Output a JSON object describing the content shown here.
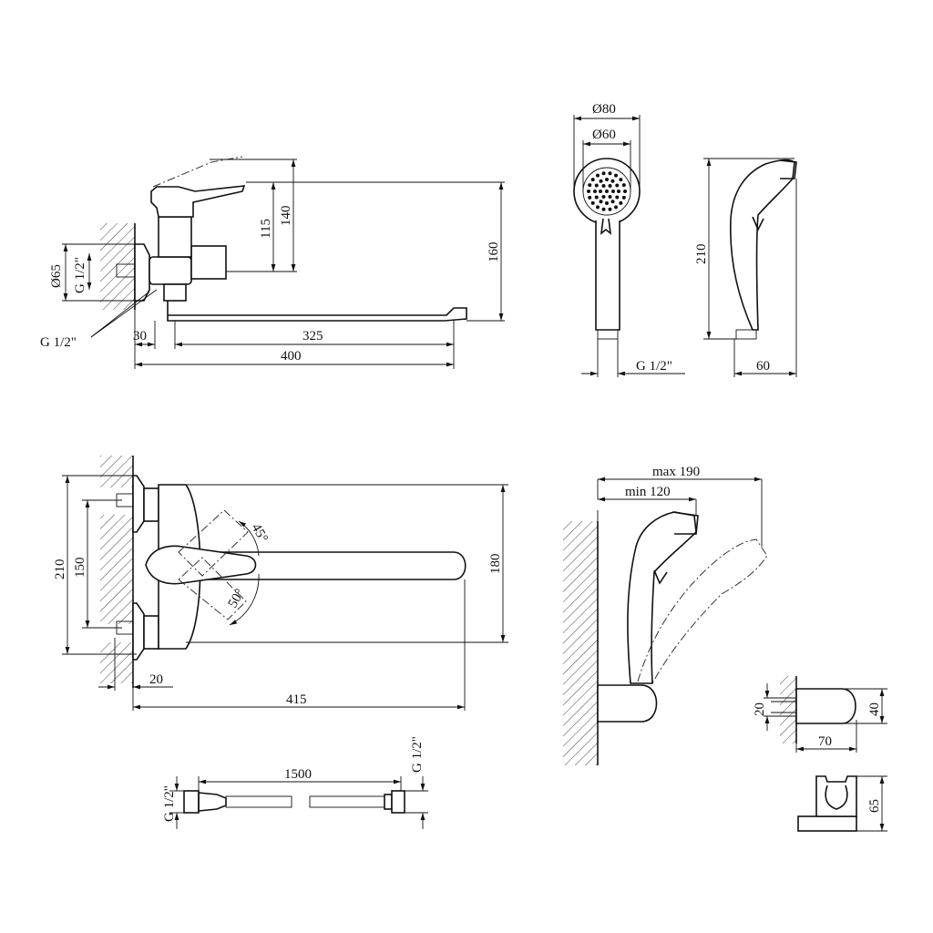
{
  "views": {
    "mixer_side": {
      "dia_65": "Ø65",
      "thread_top": "G 1/2\"",
      "thread_bottom": "G 1/2\"",
      "dim_115": "115",
      "dim_140": "140",
      "dim_160": "160",
      "dim_30": "30",
      "dim_325": "325",
      "dim_400": "400"
    },
    "shower_head_front": {
      "dia_80": "Ø80",
      "dia_60": "Ø60",
      "thread": "G 1/2\""
    },
    "shower_head_side": {
      "dim_210": "210",
      "dim_60": "60"
    },
    "mixer_top": {
      "dim_210": "210",
      "dim_150": "150",
      "dim_180": "180",
      "angle_45": "45°",
      "angle_50": "50°",
      "dim_20": "20",
      "dim_415": "415"
    },
    "hose": {
      "thread_left": "G 1/2\"",
      "length": "1500",
      "thread_right": "G 1/2\""
    },
    "holder_range": {
      "max": "max 190",
      "min": "min 120"
    },
    "holder_side": {
      "dim_20": "20",
      "dim_40": "40",
      "dim_70": "70"
    },
    "holder_front": {
      "dim_65": "65"
    }
  }
}
